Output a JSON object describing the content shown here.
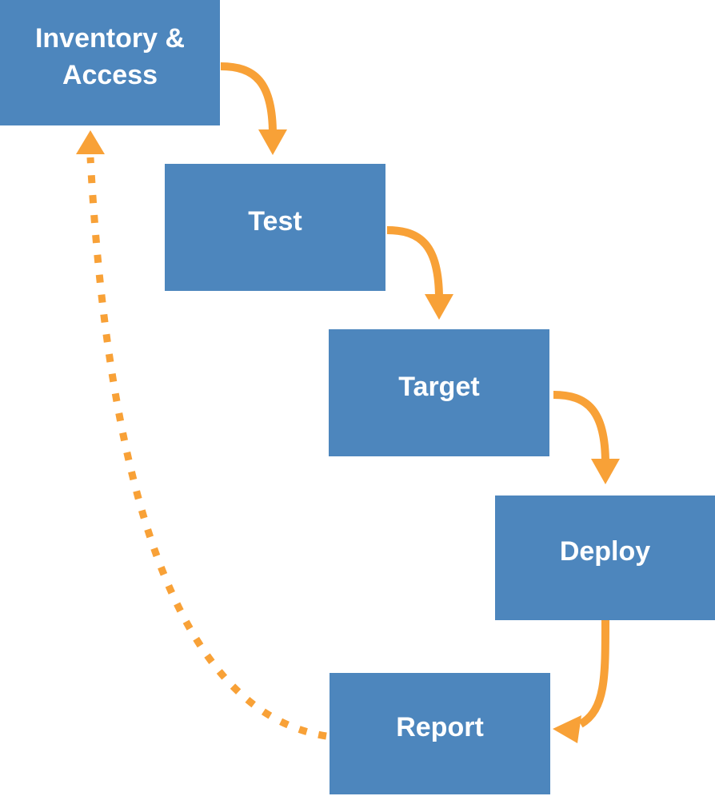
{
  "diagram": {
    "type": "process-flow",
    "nodes": [
      {
        "id": "inventory-access",
        "label": "Inventory & Access"
      },
      {
        "id": "test",
        "label": "Test"
      },
      {
        "id": "target",
        "label": "Target"
      },
      {
        "id": "deploy",
        "label": "Deploy"
      },
      {
        "id": "report",
        "label": "Report"
      }
    ],
    "edges": [
      {
        "from": "inventory-access",
        "to": "test",
        "style": "solid"
      },
      {
        "from": "test",
        "to": "target",
        "style": "solid"
      },
      {
        "from": "target",
        "to": "deploy",
        "style": "solid"
      },
      {
        "from": "deploy",
        "to": "report",
        "style": "solid"
      },
      {
        "from": "report",
        "to": "inventory-access",
        "style": "dashed"
      }
    ],
    "colors": {
      "node_fill": "#4D86BD",
      "node_text": "#FFFFFF",
      "arrow": "#F8A137",
      "background": "#FFFFFF"
    }
  }
}
